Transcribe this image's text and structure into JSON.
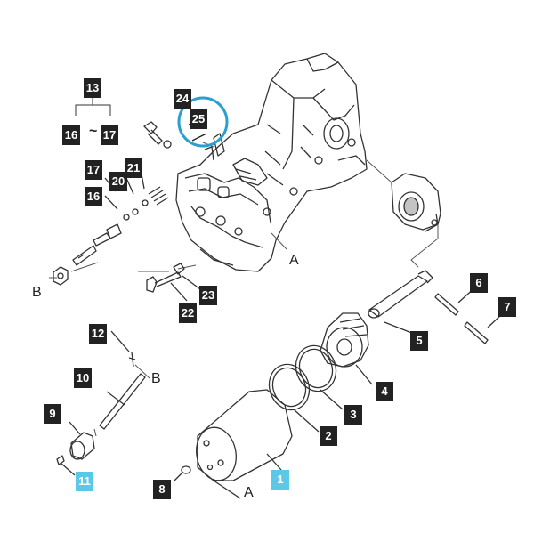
{
  "callouts": {
    "c1": "1",
    "c2": "2",
    "c3": "3",
    "c4": "4",
    "c5": "5",
    "c6": "6",
    "c7": "7",
    "c8": "8",
    "c9": "9",
    "c10": "10",
    "c11": "11",
    "c12": "12",
    "c13": "13",
    "c16a": "16",
    "c17a": "17",
    "c17b": "17",
    "c16b": "16",
    "c20": "20",
    "c21": "21",
    "c22": "22",
    "c23": "23",
    "c24": "24",
    "c25": "25"
  },
  "range_symbol": "~",
  "refs": {
    "a_top": "A",
    "a_bottom": "A",
    "b_left": "B",
    "b_rod": "B"
  },
  "colors": {
    "callout": "#222222",
    "highlight_callout": "#5cc8e8",
    "highlight_ring": "#2a9fd0",
    "line": "#333333"
  }
}
